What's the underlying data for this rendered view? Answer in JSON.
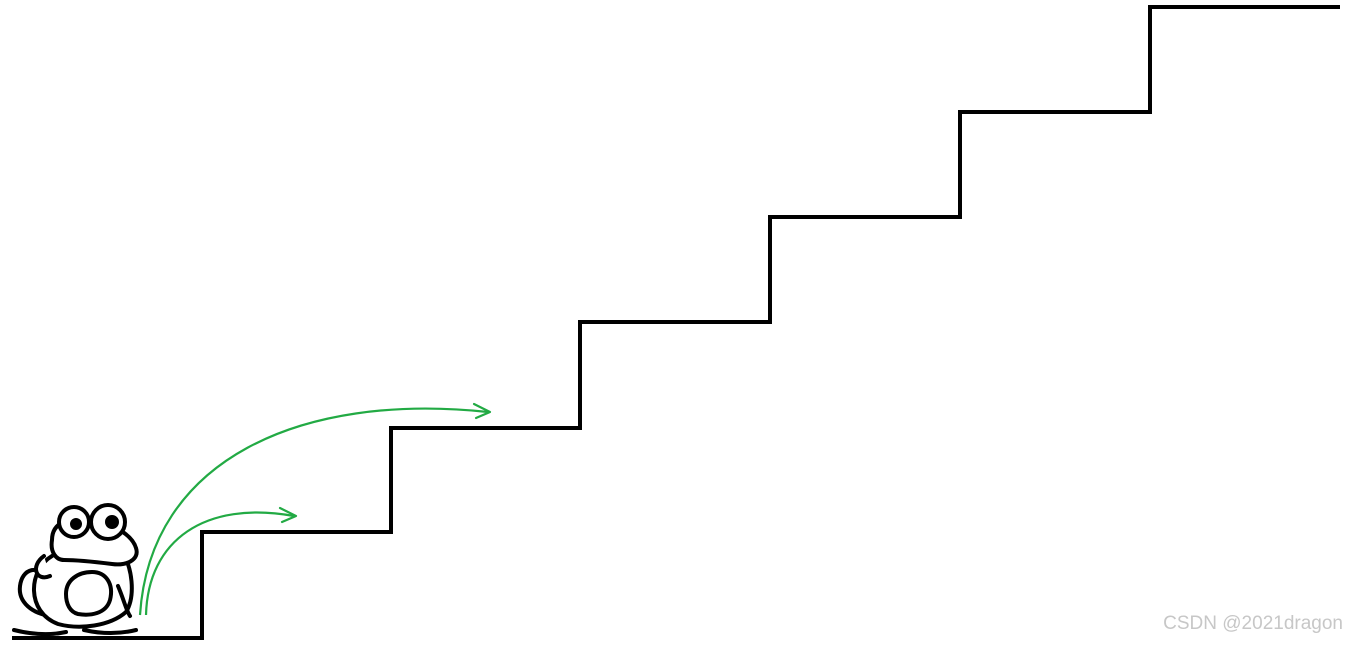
{
  "watermark": "CSDN @2021dragon",
  "diagram": {
    "steps_shown": 6,
    "frog_icon": "frog-icon",
    "jump_options": [
      1,
      2
    ],
    "colors": {
      "stairs": "#000000",
      "jump_arrows": "#22aa44",
      "background": "#ffffff",
      "watermark": "#c7c7c7"
    }
  }
}
